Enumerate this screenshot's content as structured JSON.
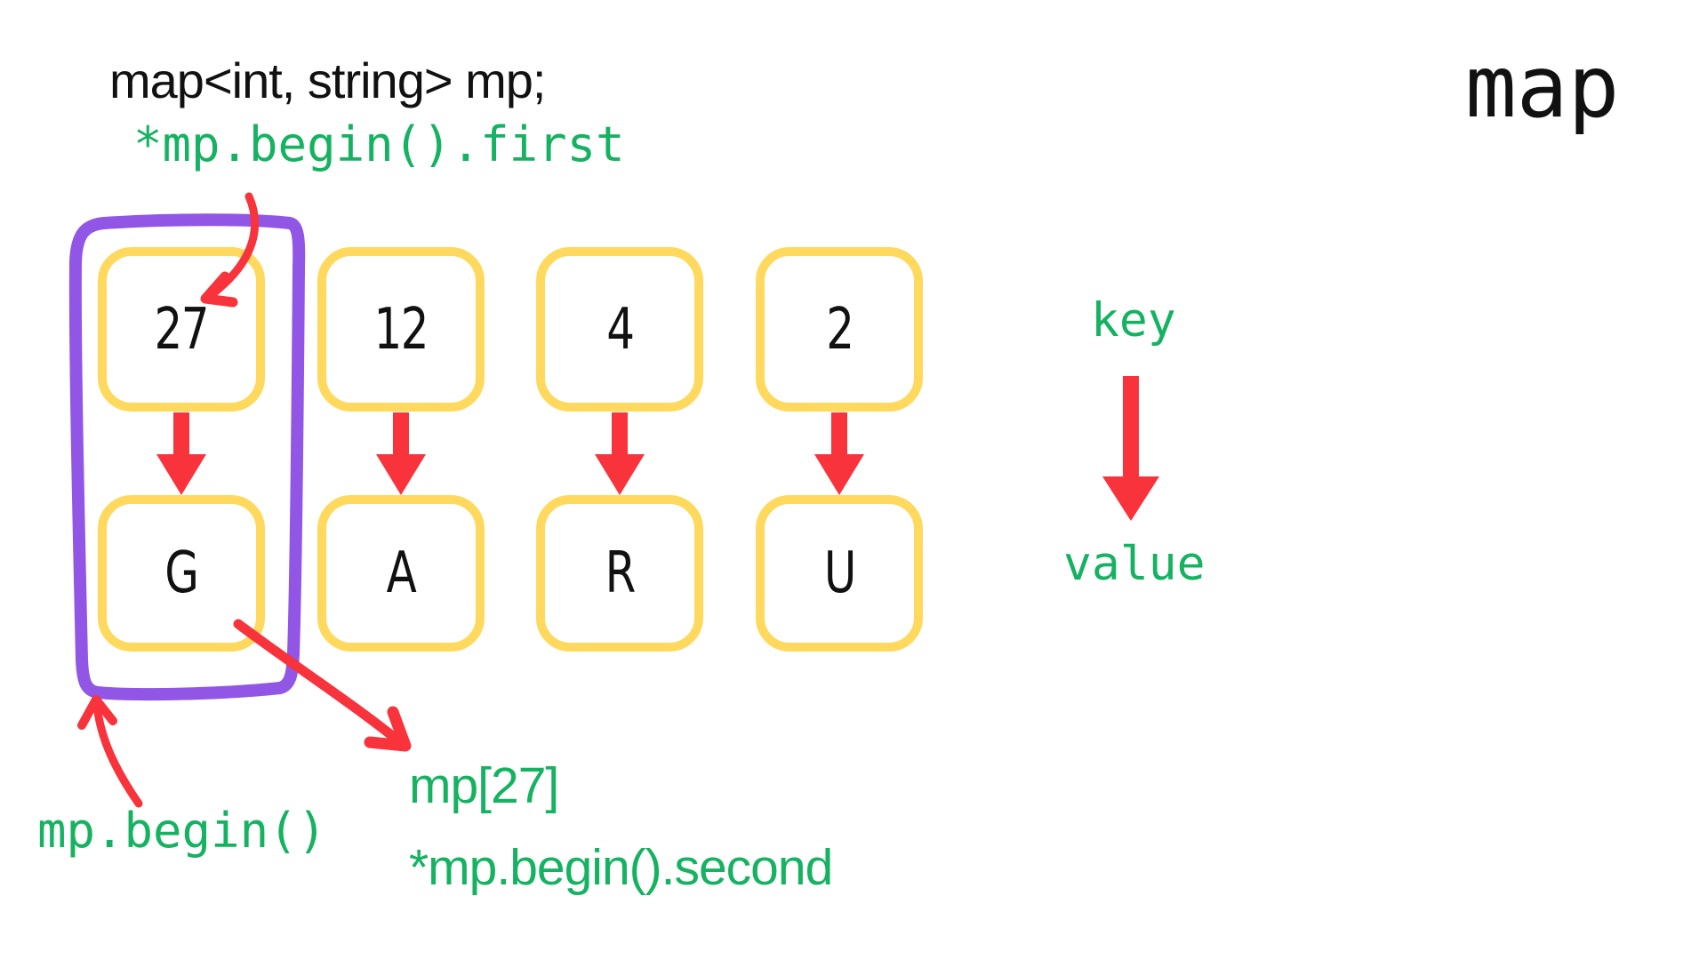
{
  "header": {
    "declaration": "map<int, string> mp;",
    "map_title": "map"
  },
  "annotations": {
    "first_expr": "*mp.begin().first",
    "begin_expr": "mp.begin()",
    "access_expr": "mp[27]",
    "second_expr": "*mp.begin().second",
    "key_label": "key",
    "value_label": "value"
  },
  "map_entries": [
    {
      "key": "27",
      "value": "G"
    },
    {
      "key": "12",
      "value": "A"
    },
    {
      "key": "4",
      "value": "R"
    },
    {
      "key": "2",
      "value": "U"
    }
  ],
  "colors": {
    "green": "#15B261",
    "red": "#F8333B",
    "yellow": "#FFD95E",
    "purple": "#9156E6",
    "text": "#111111"
  }
}
